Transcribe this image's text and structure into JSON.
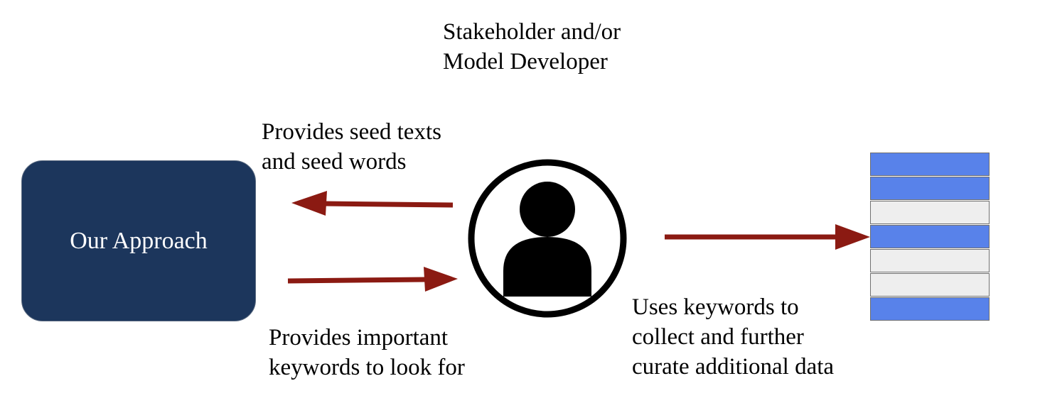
{
  "actor": {
    "lines": [
      "Stakeholder and/or",
      "Model Developer"
    ]
  },
  "approach": {
    "label": "Our Approach",
    "color": "#1c365c"
  },
  "edges": {
    "seed": {
      "lines": [
        "Provides seed texts",
        "and seed words"
      ]
    },
    "keywords": {
      "lines": [
        "Provides important",
        "keywords to look for"
      ]
    },
    "collect": {
      "lines": [
        "Uses keywords to",
        "collect and further",
        "curate additional data"
      ]
    }
  },
  "colors": {
    "arrow": "#8b1a12",
    "row_highlight": "#5882ea",
    "row_plain": "#eeeeee"
  },
  "icons": {
    "actor": "person-circle-icon",
    "dataset": "data-table-icon"
  },
  "data_rows": [
    "highlight",
    "highlight",
    "plain",
    "highlight",
    "plain",
    "plain",
    "highlight"
  ]
}
